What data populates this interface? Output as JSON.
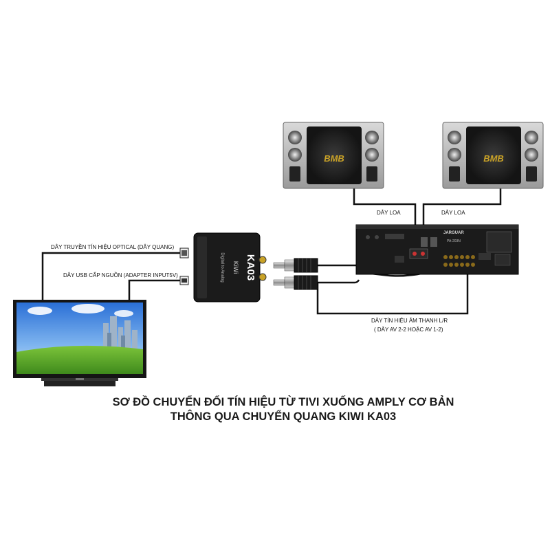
{
  "speakers": [
    {
      "brand": "BMB"
    },
    {
      "brand": "BMB"
    }
  ],
  "converter": {
    "model": "KA03",
    "brand": "KiWi",
    "side_text": "Digital to Analog"
  },
  "amplifier": {
    "brand": "JARGUAR",
    "model": "PA-203N"
  },
  "labels": {
    "speaker_wire_left": "DÂY LOA",
    "speaker_wire_right": "DÂY LOA",
    "optical_wire": "DÂY TRUYỀN TÍN HIỆU OPTICAL (DÂY QUANG)",
    "usb_power_wire": "DÂY USB CẤP NGUỒN (ADAPTER INPUT5V)",
    "audio_wire_line1": "DÂY TÍN HIỆU ÂM THANH L/R",
    "audio_wire_line2": "( DÂY AV 2-2 HOẶC AV 1-2)"
  },
  "title": {
    "line1": "SƠ ĐỒ CHUYỂN ĐỔI TÍN HIỆU TỪ TIVI XUỐNG AMPLY CƠ BẢN",
    "line2": "THÔNG QUA CHUYỂN QUANG KIWI KA03"
  },
  "colors": {
    "wire": "#111111",
    "speaker_logo": "#c9a227",
    "device_body": "#1b1b1b"
  }
}
